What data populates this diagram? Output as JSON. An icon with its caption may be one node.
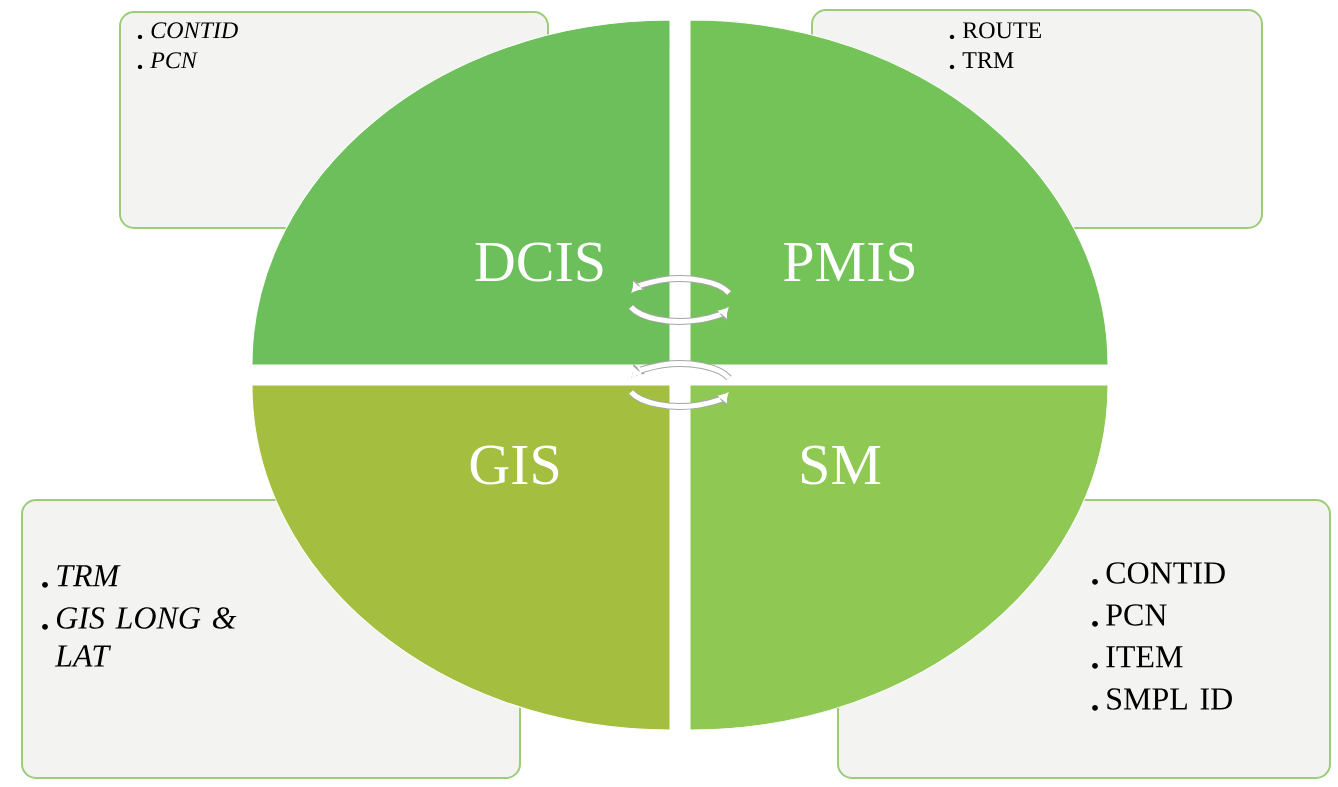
{
  "diagram": {
    "nodes": [
      {
        "text": [
          "CONTID",
          "PCN"
        ]
      },
      {
        "text": [
          "ROUTE",
          "TRM"
        ]
      },
      {
        "text": [
          "DCIS"
        ]
      },
      {
        "text": [
          "PMIS"
        ]
      },
      {
        "text": [
          "GIS"
        ]
      },
      {
        "text": [
          "SM"
        ]
      },
      {
        "text": [
          "TRM",
          "GIS LONG & LAT"
        ]
      },
      {
        "text": [
          "CONTID",
          "PCN",
          "ITEM",
          "SMPL ID"
        ]
      }
    ]
  }
}
